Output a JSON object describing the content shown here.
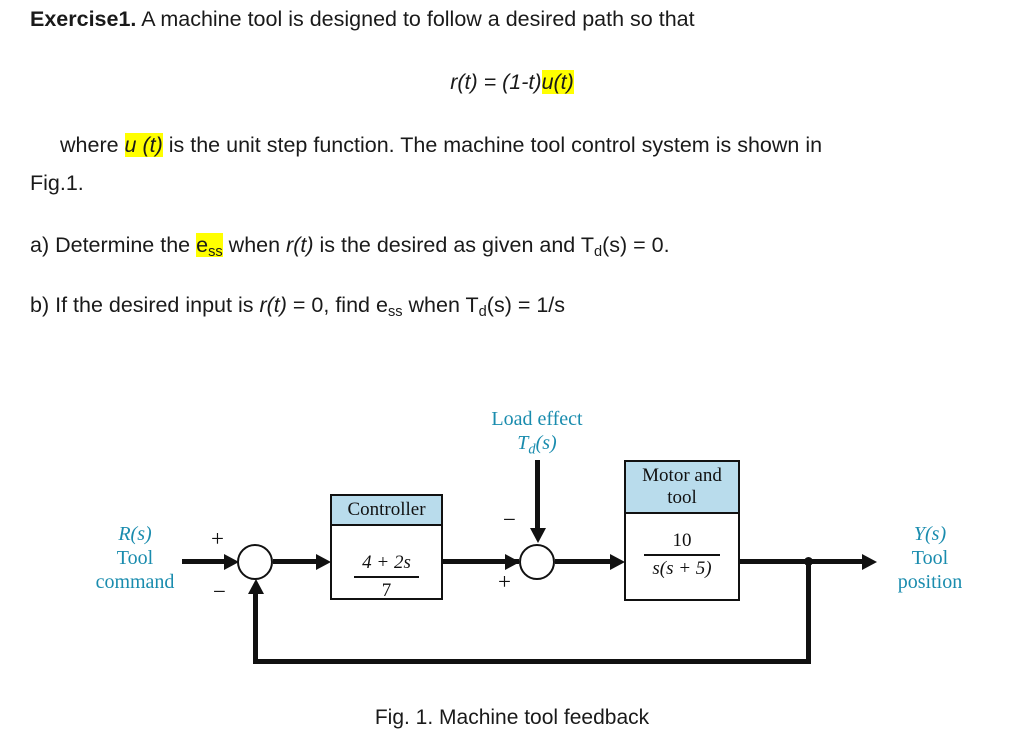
{
  "document": {
    "exercise_label": "Exercise1.",
    "intro_text": "A machine tool is designed to follow a desired path so that",
    "equation": {
      "plain": "r(t) = (1-t)",
      "highlighted": "u(t)"
    },
    "where_line": {
      "prefix": "where ",
      "highlighted": "u (t)",
      "suffix": " is the unit step function. The machine tool control system is shown in"
    },
    "fig_ref": "Fig.1.",
    "part_a": {
      "prefix": "a) Determine the ",
      "highlighted": "e",
      "highlighted_sub": "ss",
      "mid": " when ",
      "italic_rt": "r(t)",
      "after": " is the desired as given and T",
      "sub_d": "d",
      "tail": "(s) = 0."
    },
    "part_b": {
      "prefix": "b) If the desired input is ",
      "italic_rt": "r(t)",
      "mid": " = 0, find e",
      "sub_ss": "ss",
      "after": " when T",
      "sub_d": "d",
      "tail": "(s) = 1/s"
    },
    "caption": "Fig. 1.  Machine tool feedback"
  },
  "diagram": {
    "input_label": {
      "symbol": "R(s)",
      "line2": "Tool",
      "line3": "command"
    },
    "output_label": {
      "symbol": "Y(s)",
      "line2": "Tool",
      "line3": "position"
    },
    "disturbance_label": {
      "line1": "Load effect",
      "symbol_base": "T",
      "symbol_sub": "d",
      "symbol_tail": "(s)"
    },
    "controller_block": {
      "title": "Controller",
      "numerator": "4 + 2s",
      "denominator": "7"
    },
    "plant_block": {
      "title_line1": "Motor and",
      "title_line2": "tool",
      "numerator": "10",
      "denominator": "s(s + 5)"
    },
    "summer1": {
      "plus": "+",
      "minus": "−"
    },
    "summer2": {
      "plus": "+",
      "minus": "−"
    },
    "colors": {
      "label_teal": "#1a8cae",
      "block_header": "#b9dcec",
      "line_black": "#111111",
      "highlight_yellow": "#ffff00"
    }
  }
}
